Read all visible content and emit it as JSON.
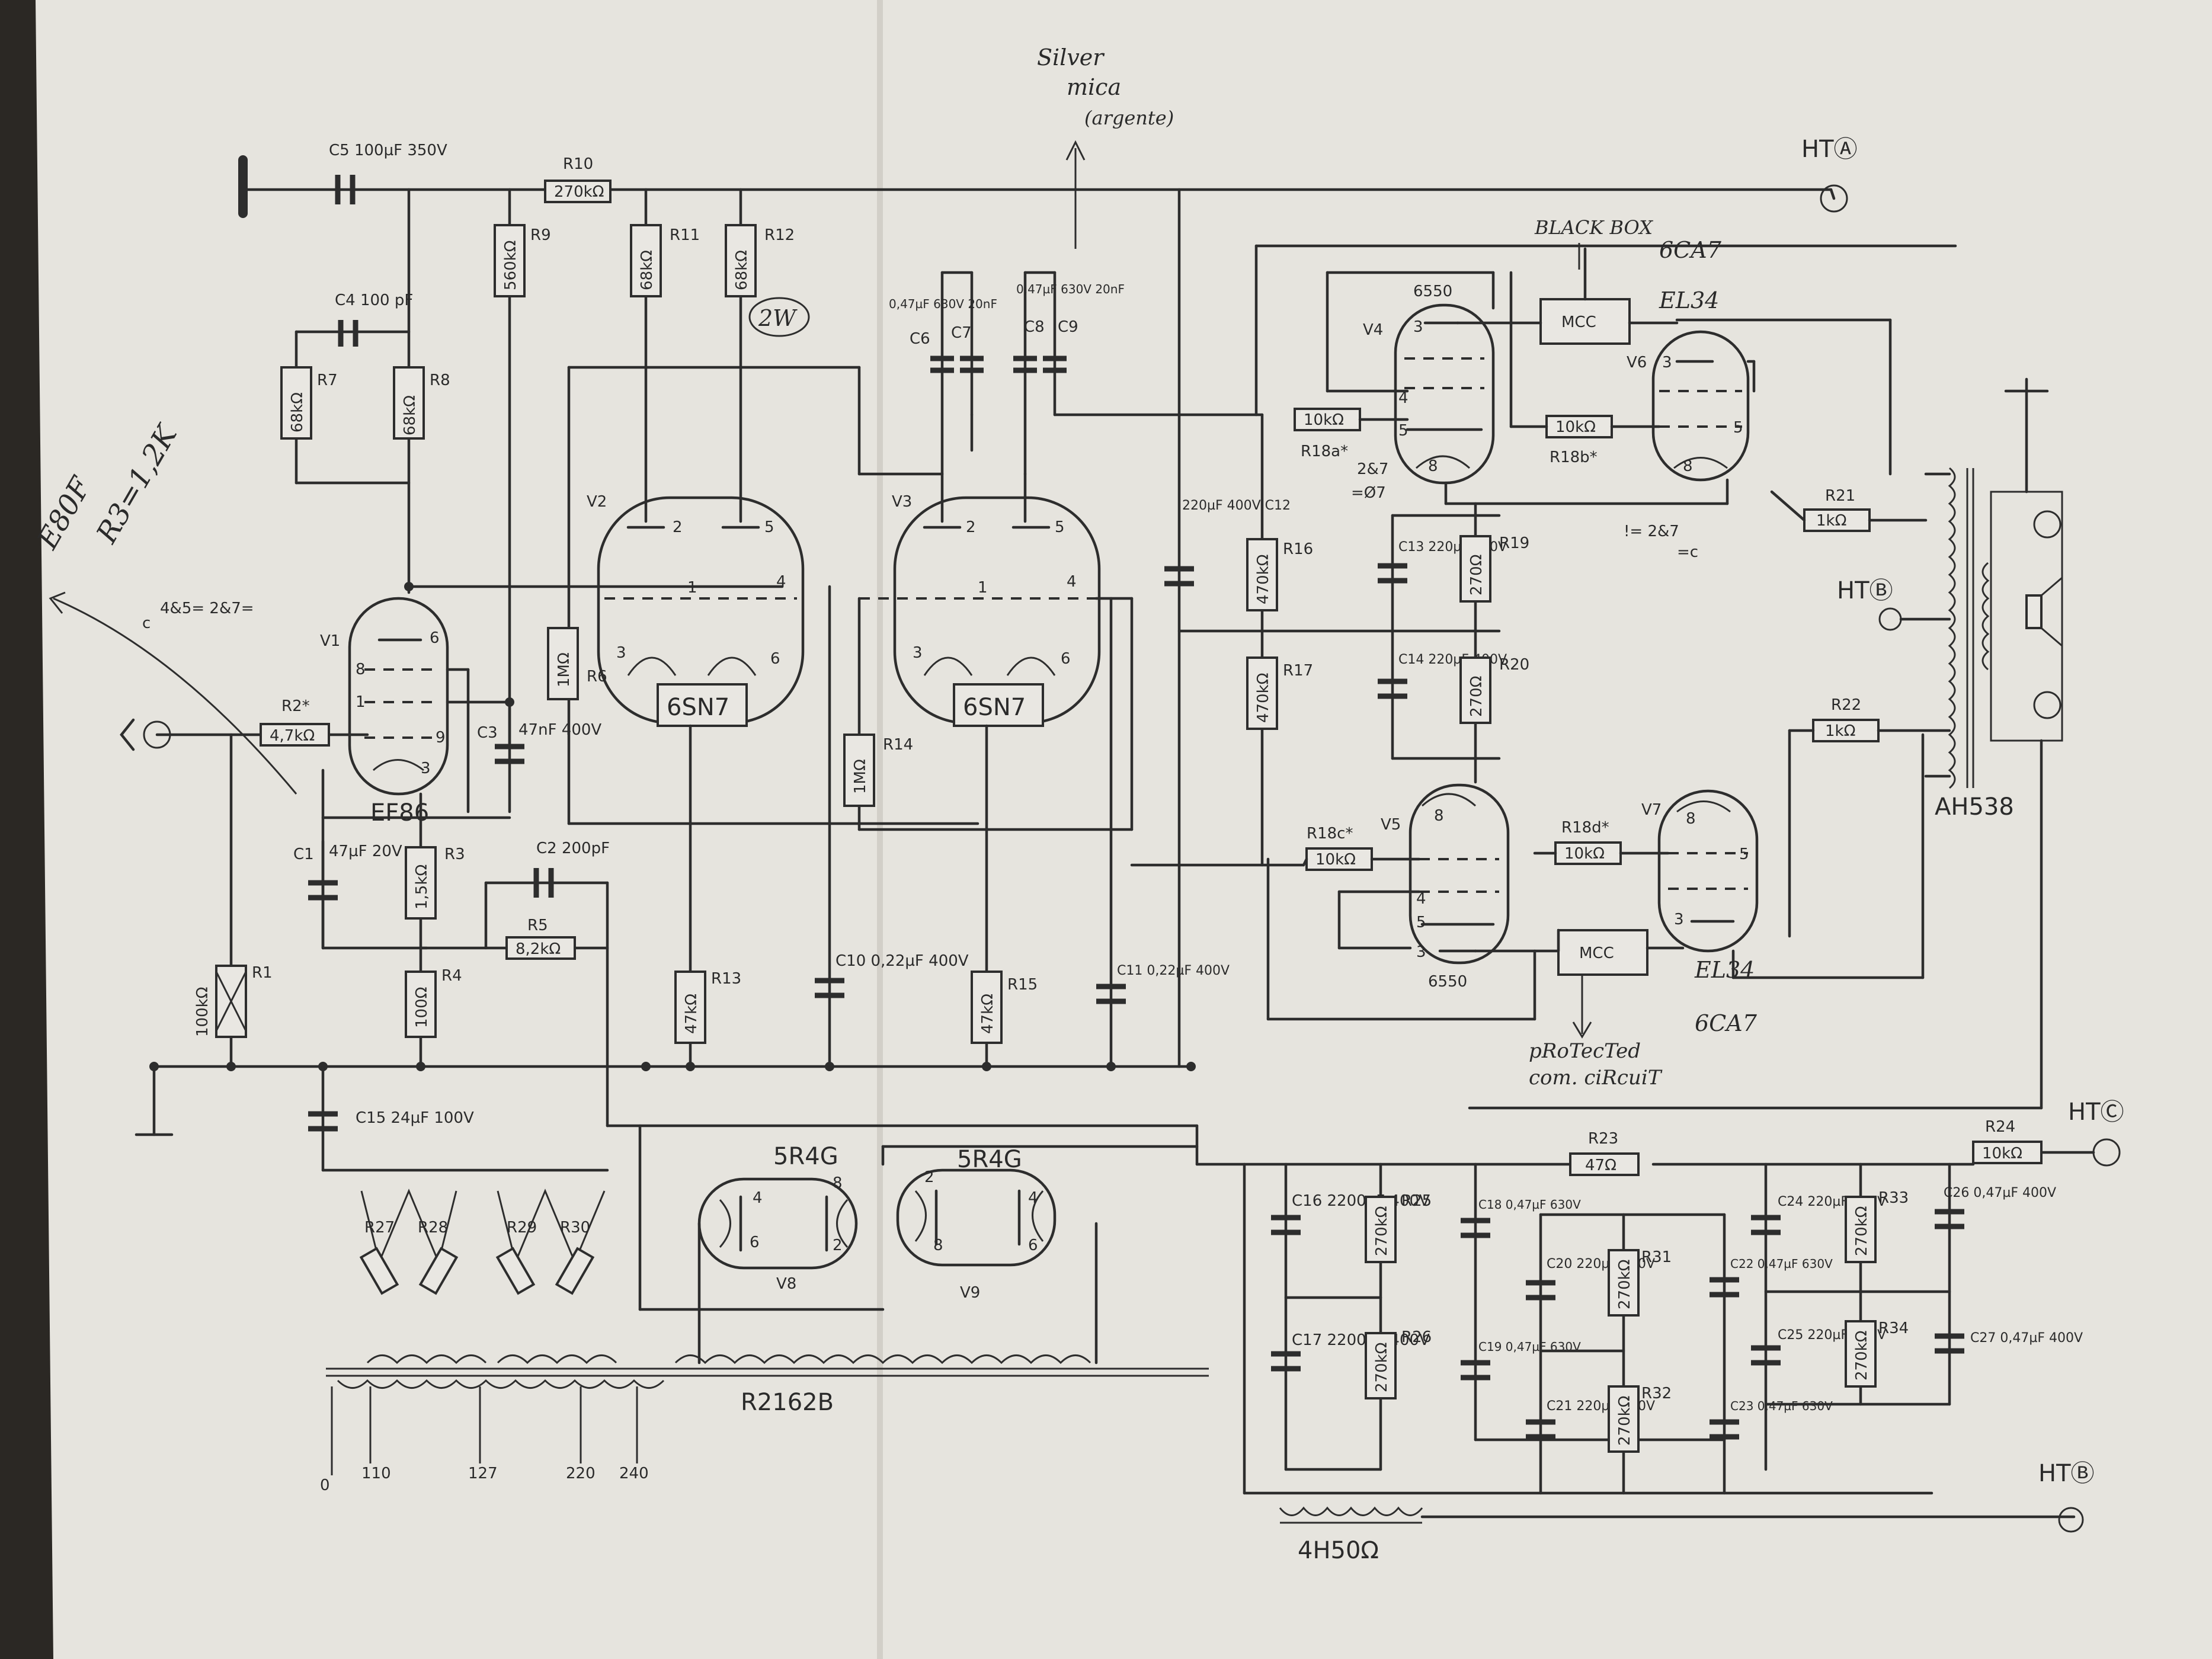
{
  "annotations": {
    "silver_mica_line1": "Silver",
    "silver_mica_line2": "mica",
    "silver_mica_line3": "(argente)",
    "black_box": "BLACK BOX",
    "top_power_tube": "6CA7",
    "top_el34": "EL34",
    "bottom_power_tube": "6CA7",
    "bottom_el34": "EL34",
    "protected_line1": "pRoTecTed",
    "protected_line2": "com. ciRcuiT",
    "e80f_line1": "E80F",
    "e80f_line2": "R3=1,2K",
    "two_watt": "2W",
    "pins_note_v1": "4&5= 2&7=",
    "pins_note_v1_c": "c",
    "pins_note_v4": "2&7",
    "pins_note_v4_b": "=Ø7",
    "pins_note_mid": "!= 2&7",
    "pins_note_mid_b": "=c"
  },
  "rails": {
    "ht_a": "HTⒶ",
    "ht_b_mid": "HTⒷ",
    "ht_c": "HTⒸ",
    "ht_b_bottom": "HTⒷ"
  },
  "tubes": {
    "v1_name": "EF86",
    "v1_ref": "V1",
    "v2_name": "6SN7",
    "v2_ref": "V2",
    "v3_name": "6SN7",
    "v3_ref": "V3",
    "v4_name": "6550",
    "v4_ref": "V4",
    "v5_name": "6550",
    "v5_ref": "V5",
    "v6_ref": "V6",
    "v7_ref": "V7",
    "v8_ref": "V8",
    "v9_ref": "V9",
    "rect_a": "5R4G",
    "rect_b": "5R4G"
  },
  "mcc": {
    "top": "MCC",
    "bottom": "MCC"
  },
  "transformers": {
    "output": "AH538",
    "power": "R2162B",
    "choke": "4H50Ω",
    "taps": [
      "0",
      "110",
      "127",
      "220",
      "240"
    ]
  },
  "components": {
    "c5": "C5  100µF 350V",
    "r10_ref": "R10",
    "r10_val": "270kΩ",
    "c4": "C4 100 pF",
    "r7_ref": "R7",
    "r7_val": "68kΩ",
    "r8_ref": "R8",
    "r8_val": "68kΩ",
    "r9_ref": "R9",
    "r9_val": "560kΩ",
    "r11_ref": "R11",
    "r11_val": "68kΩ",
    "r12_ref": "R12",
    "r12_val": "68kΩ",
    "c6": "C6",
    "c7": "C7",
    "c8": "C8",
    "c9": "C9",
    "c67_val": "0,47µF 630V  20nF",
    "c89_val": "0,47µF 630V  20nF",
    "r2_ref": "R2*",
    "r2_val": "4,7kΩ",
    "c3_ref": "C3",
    "c3_val": "47nF 400V",
    "c1_ref": "C1",
    "c1_val": "47µF 20V",
    "r3_ref": "R3",
    "r3_val": "1,5kΩ",
    "c2": "C2  200pF",
    "r5_ref": "R5",
    "r5_val": "8,2kΩ",
    "r4_ref": "R4",
    "r4_val": "100Ω",
    "r1_ref": "R1",
    "r1_val": "100kΩ",
    "r6_ref": "R6",
    "r6_val": "1MΩ",
    "r14_ref": "R14",
    "r14_val": "1MΩ",
    "r13_ref": "R13",
    "r13_val": "47kΩ",
    "r15_ref": "R15",
    "r15_val": "47kΩ",
    "c10": "C10  0,22µF 400V",
    "c11": "C11 0,22µF 400V",
    "c12": "220µF 400V C12",
    "r16_ref": "R16",
    "r16_val": "470kΩ",
    "r17_ref": "R17",
    "r17_val": "470kΩ",
    "r18a_ref": "R18a*",
    "r18a_val": "10kΩ",
    "r18b_ref": "R18b*",
    "r18b_val": "10kΩ",
    "r18c_ref": "R18c*",
    "r18c_val": "10kΩ",
    "r18d_ref": "R18d*",
    "r18d_val": "10kΩ",
    "c13": "C13 220µF 400V",
    "c14": "C14 220µF 400V",
    "r19_ref": "R19",
    "r19_val": "270Ω",
    "r20_ref": "R20",
    "r20_val": "270Ω",
    "r21_ref": "R21",
    "r21_val": "1kΩ",
    "r22_ref": "R22",
    "r22_val": "1kΩ",
    "c15": "C15  24µF 100V",
    "r27": "R27",
    "r28": "R28",
    "r29": "R29",
    "r30": "R30",
    "r23_ref": "R23",
    "r23_val": "47Ω",
    "r24_ref": "R24",
    "r24_val": "10kΩ",
    "c16": "C16  2200µF 400V",
    "c17": "C17  2200µF 400V",
    "r25_ref": "R25",
    "r25_val": "270kΩ",
    "r26_ref": "R26",
    "r26_val": "270kΩ",
    "c18": "C18  0,47µF 630V",
    "c19": "C19  0,47µF 630V",
    "c20": "C20  220µF 400V",
    "c21": "C21  220µF 400V",
    "r31_ref": "R31",
    "r31_val": "270kΩ",
    "r32_ref": "R32",
    "r32_val": "270kΩ",
    "c22": "C22  0,47µF 630V",
    "c23": "C23  0,47µF 630V",
    "c24": "C24  220µF 400V",
    "c25": "C25  220µF 400V",
    "r33_ref": "R33",
    "r33_val": "270kΩ",
    "r34_ref": "R34",
    "r34_val": "270kΩ",
    "c26": "C26  0,47µF 400V",
    "c27": "C27  0,47µF 400V"
  },
  "colors": {
    "paper": "#e9e7e2",
    "ink": "#2d2d2d",
    "background": "#2b2824"
  }
}
